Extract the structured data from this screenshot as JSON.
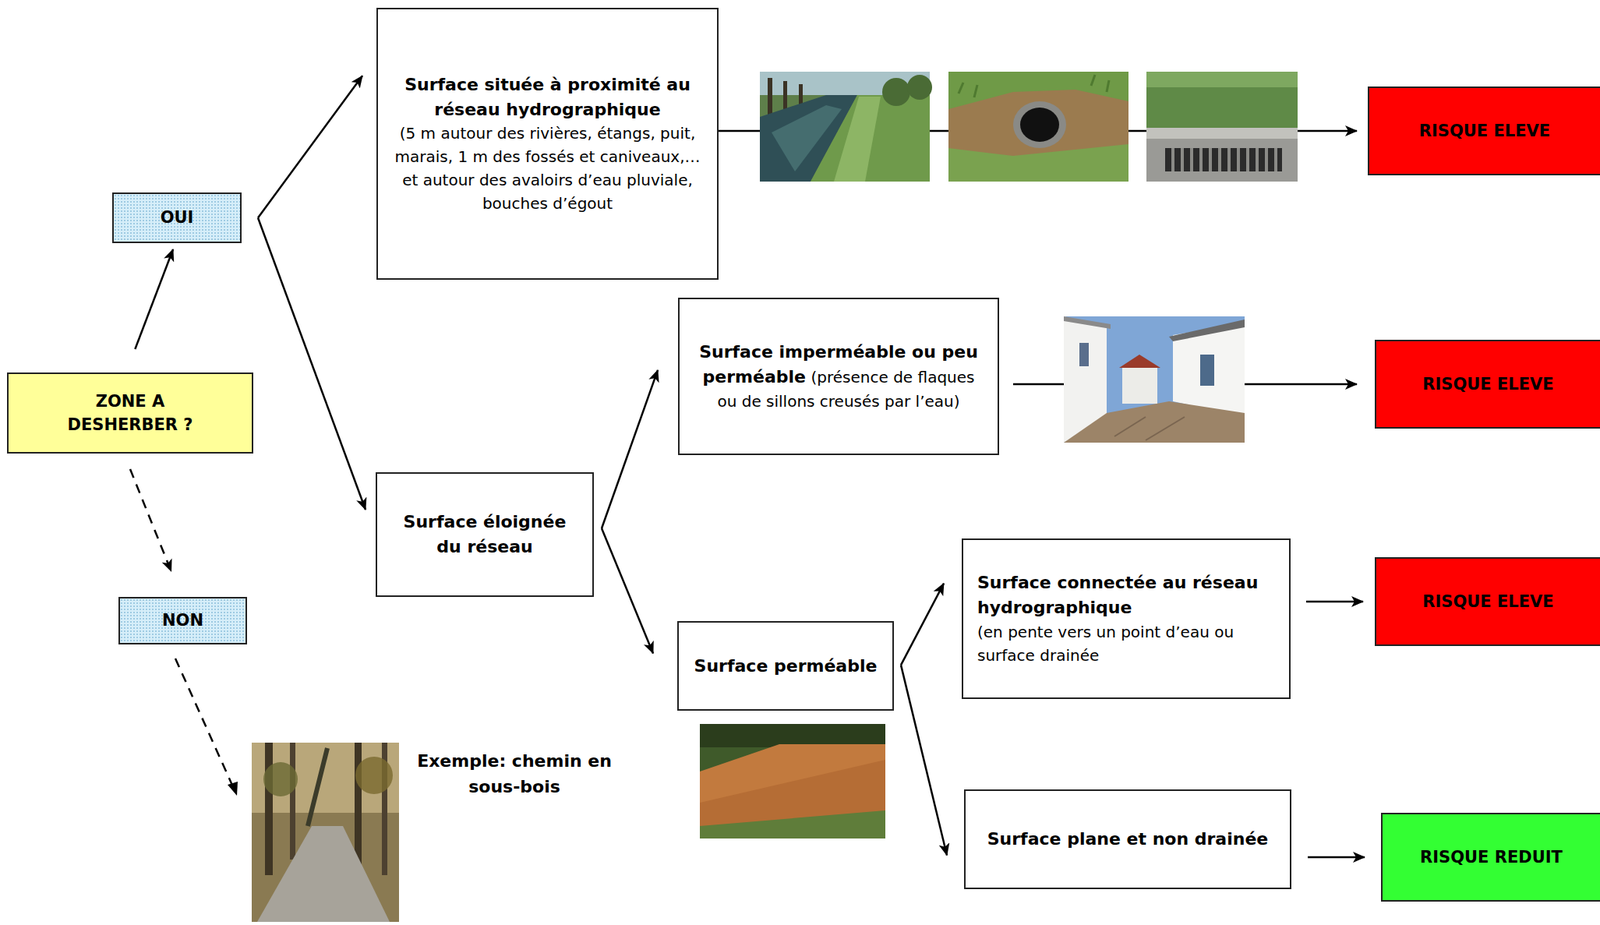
{
  "diagram": {
    "nodes": [
      {
        "text": [
          "ZONE A DESHERBER ?"
        ]
      },
      {
        "text": [
          "OUI"
        ]
      },
      {
        "text": [
          "NON"
        ]
      },
      {
        "text": [
          "Surface située à proximité au réseau hydrographique",
          "(5 m autour des rivières, étangs, puit, marais, 1 m des fossés et caniveaux,… et autour des avaloirs d’eau pluviale, bouches d’égout"
        ]
      },
      {
        "text": [
          "RISQUE ELEVE"
        ]
      },
      {
        "text": [
          "Surface éloignée du réseau"
        ]
      },
      {
        "text": [
          "Surface imperméable ou peu perméable",
          "(présence de flaques ou de sillons creusés par l’eau)"
        ]
      },
      {
        "text": [
          "RISQUE ELEVE"
        ]
      },
      {
        "text": [
          "Surface perméable"
        ]
      },
      {
        "text": [
          "Surface connectée au réseau hydrographique",
          "(en pente vers un point d’eau ou surface drainée"
        ]
      },
      {
        "text": [
          "RISQUE ELEVE"
        ]
      },
      {
        "text": [
          "Surface plane et non drainée"
        ]
      },
      {
        "text": [
          "RISQUE REDUIT"
        ]
      }
    ],
    "edges": [
      {
        "from": 0,
        "to": 1,
        "arrow": "to"
      },
      {
        "from": 0,
        "to": 2,
        "arrow": "to"
      },
      {
        "from": 1,
        "to": 3,
        "arrow": "to"
      },
      {
        "from": 1,
        "to": 5,
        "arrow": "to"
      },
      {
        "from": 3,
        "to": 4,
        "arrow": "to"
      },
      {
        "from": 5,
        "to": 6,
        "arrow": "to"
      },
      {
        "from": 5,
        "to": 8,
        "arrow": "to"
      },
      {
        "from": 6,
        "to": 7,
        "arrow": "to"
      },
      {
        "from": 8,
        "to": 9,
        "arrow": "to"
      },
      {
        "from": 8,
        "to": 11,
        "arrow": "to"
      },
      {
        "from": 9,
        "to": 10,
        "arrow": "to"
      },
      {
        "from": 11,
        "to": 12,
        "arrow": "to"
      }
    ],
    "labels": [
      "Exemple: chemin en sous-bois"
    ]
  }
}
